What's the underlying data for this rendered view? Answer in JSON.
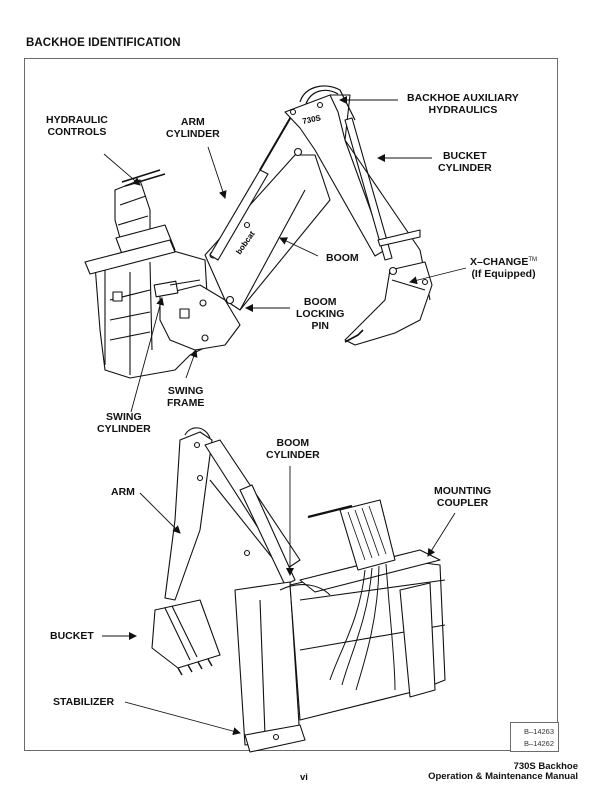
{
  "section_title": "BACKHOE IDENTIFICATION",
  "callouts": {
    "hydraulic_controls": [
      "HYDRAULIC",
      "CONTROLS"
    ],
    "arm_cylinder": [
      "ARM",
      "CYLINDER"
    ],
    "aux_hydraulics": [
      "BACKHOE AUXILIARY",
      "HYDRAULICS"
    ],
    "bucket_cylinder": [
      "BUCKET",
      "CYLINDER"
    ],
    "boom": [
      "BOOM"
    ],
    "x_change": [
      "X–CHANGE",
      "(If Equipped)"
    ],
    "x_change_tm": "TM",
    "boom_locking_pin": [
      "BOOM",
      "LOCKING",
      "PIN"
    ],
    "swing_frame": [
      "SWING",
      "FRAME"
    ],
    "swing_cylinder": [
      "SWING",
      "CYLINDER"
    ],
    "boom_cylinder": [
      "BOOM",
      "CYLINDER"
    ],
    "arm": [
      "ARM"
    ],
    "mounting_coupler": [
      "MOUNTING",
      "COUPLER"
    ],
    "bucket": [
      "BUCKET"
    ],
    "stabilizer": [
      "STABILIZER"
    ]
  },
  "illustration": {
    "model_plate": "730S",
    "brand_decal": "bobcat"
  },
  "figure_refs": [
    "B–14263",
    "B–14262"
  ],
  "footer": {
    "page_number": "vi",
    "title_line1": "730S Backhoe",
    "title_line2": "Operation & Maintenance Manual"
  }
}
